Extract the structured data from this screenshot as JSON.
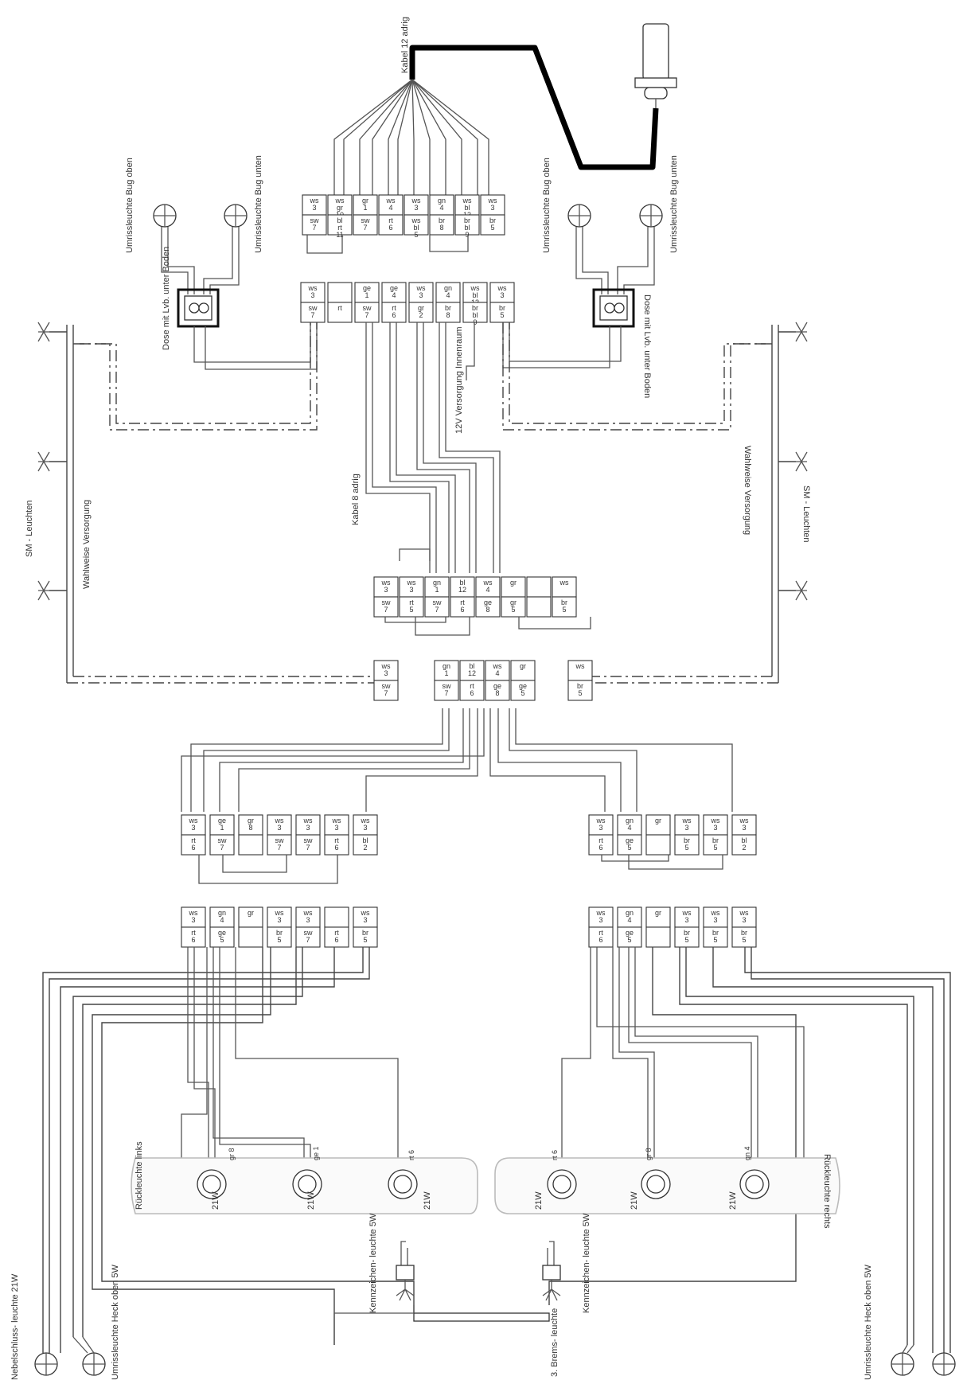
{
  "labels": {
    "kabel12": "Kabel 12 adrig",
    "kabel8": "Kabel 8 adrig",
    "versorgung12v": "12V Versorgung Innenraum",
    "wahlweise_l": "Wahlweise Versorgung",
    "wahlweise_r": "Wahlweise Versorgung",
    "sm_l": "SM - Leuchten",
    "sm_r": "SM - Leuchten",
    "dose_l": "Dose mit Lvb. unter Boden",
    "dose_r": "Dose mit Lvb. unter Boden",
    "umriss_bug_oben_l": "Umrissleuchte Bug oben",
    "umriss_bug_unten_l": "Umrissleuchte Bug unten",
    "umriss_bug_oben_r": "Umrissleuchte Bug oben",
    "umriss_bug_unten_r": "Umrissleuchte Bug unten",
    "rueck_links": "Rückleuchte links",
    "rueck_rechts": "Rückleuchte rechts",
    "kennz_l": "Kennzeichen- leuchte 5W",
    "kennz_r": "Kennzeichen- leuchte 5W",
    "brems": "3. Brems- leuchte",
    "nebel": "Nebelschluss- leuchte 21W",
    "umriss_heck_l": "Umrissleuchte Heck oben 5W",
    "umriss_heck_r": "Umrissleuchte Heck oben 5W"
  },
  "connectors": {
    "top12": {
      "top": [
        "ws 3",
        "ws gr 10",
        "gr 1",
        "ws 4",
        "ws 3",
        "gn 4",
        "ws bl 13",
        "ws 3"
      ],
      "bottom": [
        "sw 7",
        "bl rt 11",
        "sw 7",
        "rt 6",
        "ws bl 5",
        "br 8",
        "br bl 9",
        "br 5"
      ]
    },
    "row2": {
      "top": [
        "ws 3",
        "",
        "ge 1",
        "ge 4",
        "ws 3",
        "gn 4",
        "ws bl 13",
        "ws 3"
      ],
      "bottom": [
        "sw 7",
        "rt",
        "sw 7",
        "rt 6",
        "gr 2",
        "br 8",
        "br bl 9",
        "br 5"
      ]
    },
    "row3": {
      "top": [
        "ws 3",
        "ws 3",
        "gn 1",
        "bl 12",
        "ws 4",
        "gr",
        "",
        "ws"
      ],
      "bottom": [
        "sw 7",
        "rt 5",
        "sw 7",
        "rt 6",
        "ge 8",
        "gr 5",
        "",
        "br 5"
      ]
    },
    "row4mid": {
      "top": [
        "gn 1",
        "bl 12",
        "ws 4",
        "gr"
      ],
      "bottom": [
        "sw 7",
        "rt 6",
        "ge 8",
        "ge 5"
      ]
    },
    "row4l": {
      "top": [
        "ws 3"
      ],
      "bottom": [
        "sw 7"
      ]
    },
    "row4r": {
      "top": [
        "ws"
      ],
      "bottom": [
        "br 5"
      ]
    },
    "dist_l": {
      "top": [
        "ws 3",
        "ge 1",
        "gr 8",
        "ws 3",
        "ws 3",
        "ws 3",
        "ws 3"
      ],
      "bottom": [
        "rt 6",
        "sw 7",
        "",
        "sw 7",
        "sw 7",
        "rt 6",
        "bl 2"
      ]
    },
    "dist_r": {
      "top": [
        "ws 3",
        "gn 4",
        "gr",
        "ws 3",
        "ws 3",
        "ws 3"
      ],
      "bottom": [
        "rt 6",
        "ge 5",
        "",
        "br 5",
        "br 5",
        "bl 2"
      ]
    },
    "tail_l": {
      "top": [
        "ws 3",
        "gn 4",
        "gr",
        "ws 3",
        "ws 3",
        "",
        "ws 3"
      ],
      "bottom": [
        "rt 6",
        "ge 5",
        "",
        "br 5",
        "sw 7",
        "rt 6",
        "br 5"
      ]
    },
    "tail_r": {
      "top": [
        "ws 3",
        "gn 4",
        "gr",
        "ws 3",
        "ws 3",
        "ws 3"
      ],
      "bottom": [
        "rt 6",
        "ge 5",
        "",
        "br 5",
        "br 5",
        "br 5"
      ]
    }
  },
  "lamp_labels": {
    "l1": "21W",
    "l2": "21W",
    "l3": "21W",
    "r1": "21W",
    "r2": "21W",
    "r3": "21W",
    "l_pin_a": "gr 8",
    "l_pin_b": "ge 1",
    "l_pin_c": "rt 6",
    "r_pin_a": "rt 6",
    "r_pin_b": "gr 8",
    "r_pin_c": "gn 4"
  }
}
